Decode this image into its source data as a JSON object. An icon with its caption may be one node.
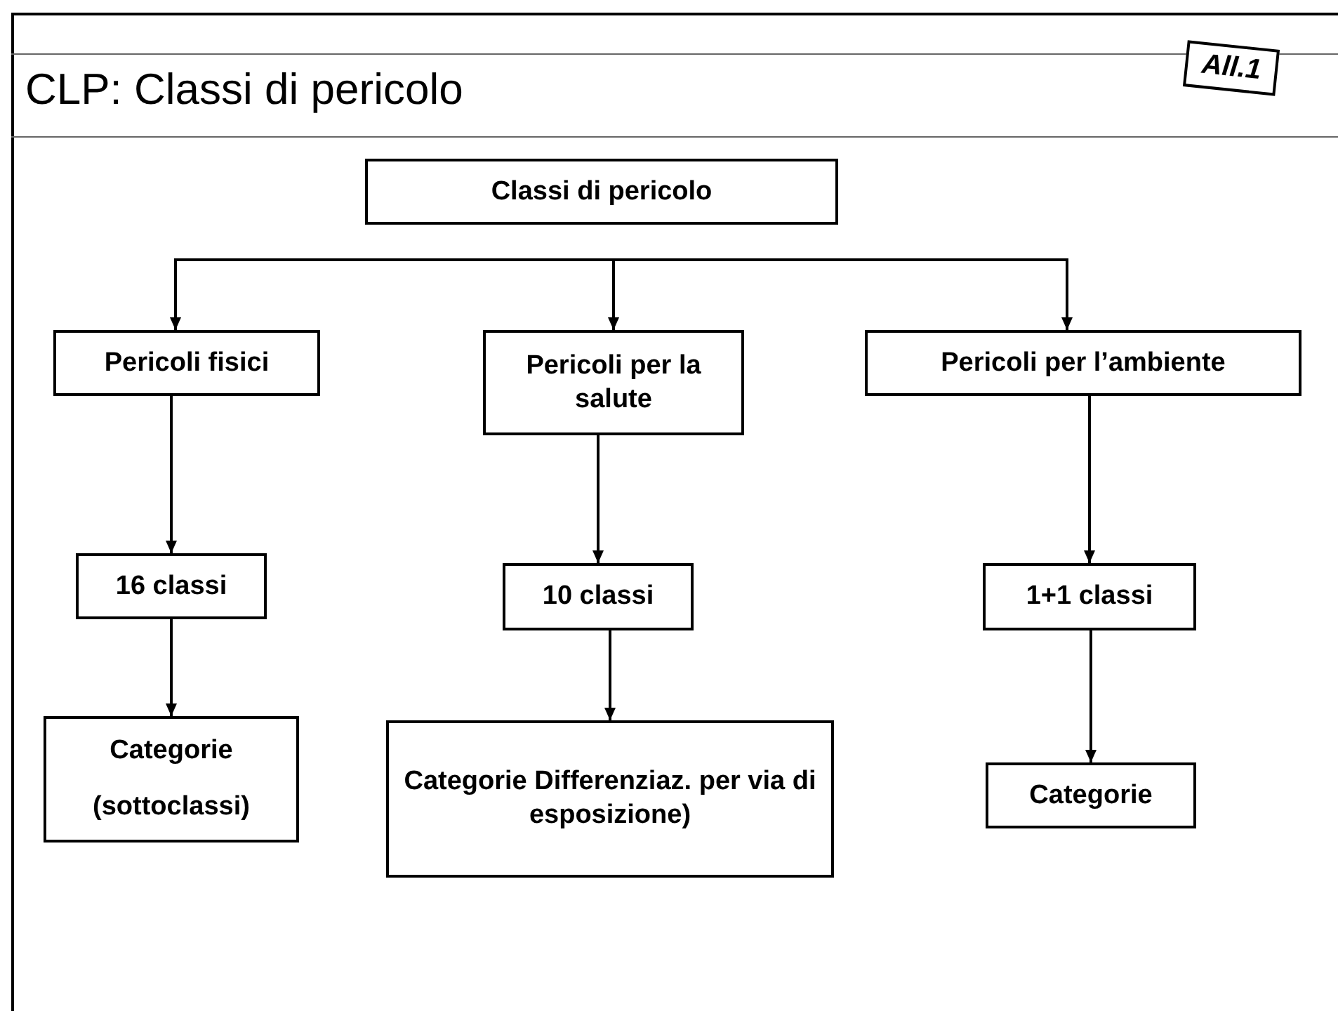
{
  "diagram": {
    "title": "CLP: Classi di pericolo",
    "nodes": [
      {
        "text": [
          "Classi di pericolo"
        ]
      },
      {
        "text": [
          "Pericoli fisici"
        ]
      },
      {
        "text": [
          "Pericoli per la salute"
        ]
      },
      {
        "text": [
          "Pericoli per l’ambiente"
        ]
      },
      {
        "text": [
          "16 classi"
        ]
      },
      {
        "text": [
          "10 classi"
        ]
      },
      {
        "text": [
          "1+1 classi"
        ]
      },
      {
        "text": [
          "Categorie (sottoclassi)"
        ]
      },
      {
        "text": [
          "Categorie Differenziaz. per via di esposizione)"
        ]
      },
      {
        "text": [
          "Categorie"
        ]
      }
    ],
    "edges": [
      {
        "from": null,
        "to": 1,
        "arrow": "to"
      },
      {
        "from": null,
        "to": 2,
        "arrow": "to"
      },
      {
        "from": null,
        "to": 3,
        "arrow": "to"
      },
      {
        "from": 1,
        "to": 4,
        "arrow": "to"
      },
      {
        "from": 4,
        "to": 7,
        "arrow": "to"
      },
      {
        "from": 2,
        "to": 5,
        "arrow": "to"
      },
      {
        "from": 5,
        "to": 8,
        "arrow": "to"
      },
      {
        "from": 3,
        "to": 6,
        "arrow": "to"
      },
      {
        "from": 6,
        "to": 9,
        "arrow": "to"
      }
    ],
    "labels": [
      "All.1"
    ]
  }
}
